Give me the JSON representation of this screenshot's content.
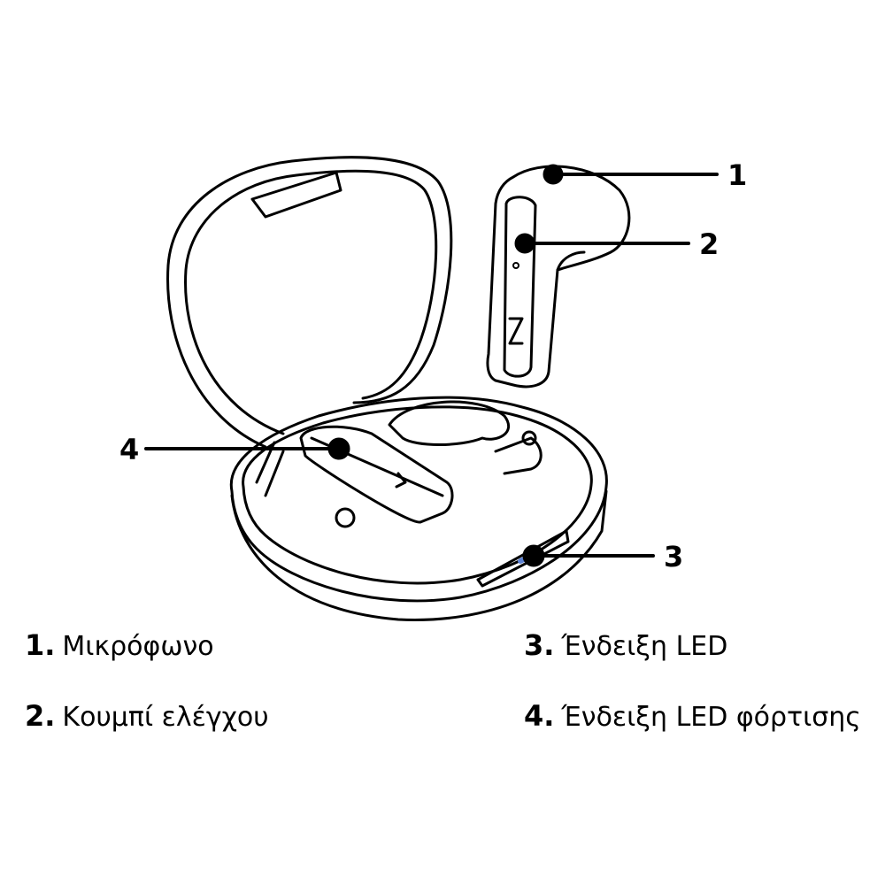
{
  "callouts": [
    "1",
    "2",
    "3",
    "4"
  ],
  "legend": [
    {
      "num": "1.",
      "label": "Μικρόφωνο"
    },
    {
      "num": "2.",
      "label": "Κουμπί ελέγχου"
    },
    {
      "num": "3.",
      "label": "Ένδειξη LED"
    },
    {
      "num": "4.",
      "label": "Ένδειξη LED φόρτισης"
    }
  ],
  "colors": {
    "led": "#5b80d2",
    "line": "#000000"
  }
}
